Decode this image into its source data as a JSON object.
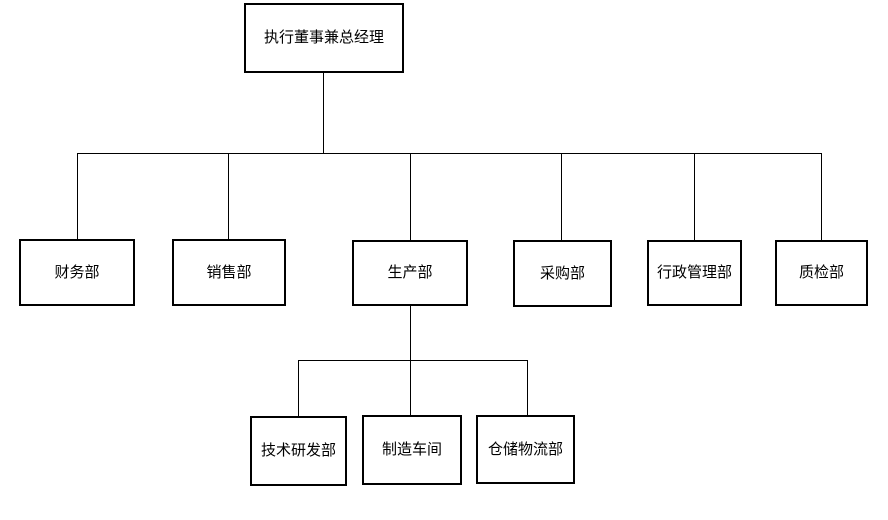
{
  "org_chart": {
    "nodes": {
      "ceo": {
        "label": "执行董事兼总经理",
        "level": 1
      },
      "finance": {
        "label": "财务部",
        "level": 2
      },
      "sales": {
        "label": "销售部",
        "level": 2
      },
      "production": {
        "label": "生产部",
        "level": 2
      },
      "purchasing": {
        "label": "采购部",
        "level": 2
      },
      "admin": {
        "label": "行政管理部",
        "level": 2
      },
      "qc": {
        "label": "质检部",
        "level": 2
      },
      "rnd": {
        "label": "技术研发部",
        "level": 3
      },
      "workshop": {
        "label": "制造车间",
        "level": 3
      },
      "logistics": {
        "label": "仓储物流部",
        "level": 3
      }
    },
    "edges": [
      {
        "from": "ceo",
        "to": "finance"
      },
      {
        "from": "ceo",
        "to": "sales"
      },
      {
        "from": "ceo",
        "to": "production"
      },
      {
        "from": "ceo",
        "to": "purchasing"
      },
      {
        "from": "ceo",
        "to": "admin"
      },
      {
        "from": "ceo",
        "to": "qc"
      },
      {
        "from": "production",
        "to": "rnd"
      },
      {
        "from": "production",
        "to": "workshop"
      },
      {
        "from": "production",
        "to": "logistics"
      }
    ],
    "colors": {
      "background": "#ffffff",
      "box_border": "#000000",
      "box_fill": "#ffffff",
      "text": "#000000",
      "line": "#000000"
    }
  }
}
